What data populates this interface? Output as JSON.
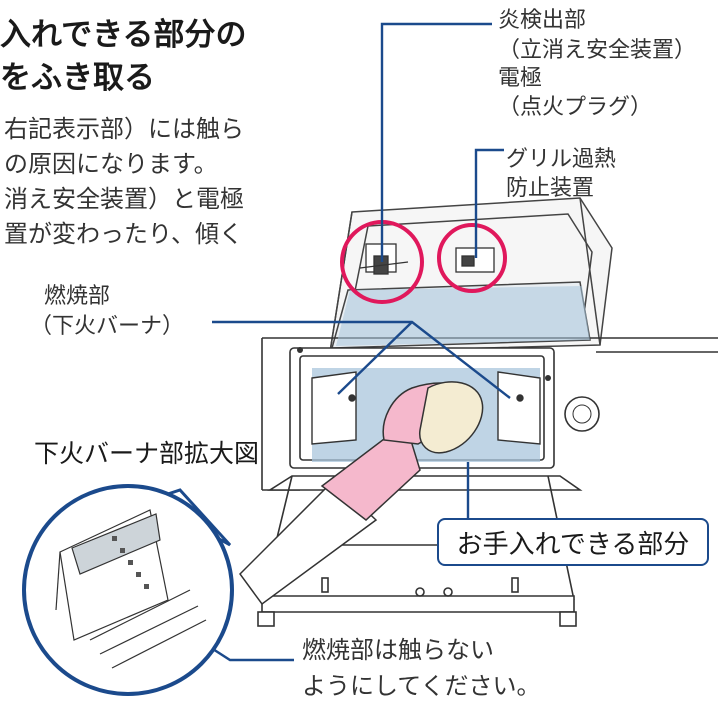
{
  "heading": {
    "line1": "入れできる部分の",
    "line2": "をふき取る"
  },
  "body": {
    "line1": "右記表示部）には触ら",
    "line2": "の原因になります。",
    "line3": "消え安全装置）と電極",
    "line4": "置が変わったり、傾く"
  },
  "callouts": {
    "sensor": [
      "炎検出部",
      "（立消え安全装置）",
      "電極",
      "（点火プラグ）"
    ],
    "grill_overheat": [
      "グリル過熱",
      "防止装置"
    ],
    "burner": [
      "燃焼部",
      "（下火バーナ）"
    ],
    "clean_area": "お手入れできる部分",
    "warning": [
      "燃焼部は触らない",
      "ようにしてください。"
    ]
  },
  "zoom": {
    "title": "下火バーナ部拡大図"
  },
  "colors": {
    "leader_line": "#1b4a8c",
    "highlight_circle": "#e0185c",
    "clean_area_fill": "#a9c6dc",
    "glove": "#f5b8cc",
    "sponge": "#f4ecd2"
  }
}
